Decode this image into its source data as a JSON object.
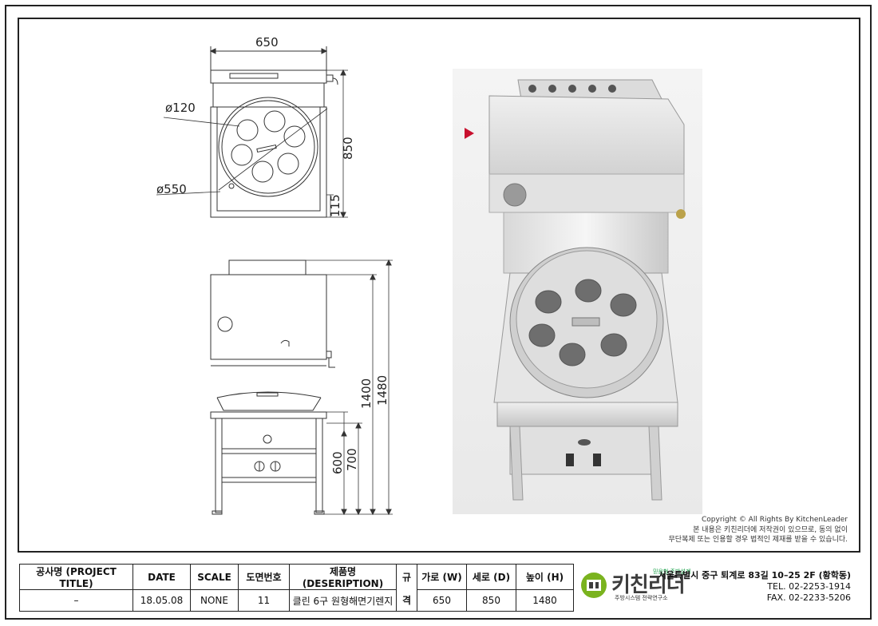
{
  "drawing": {
    "top_view": {
      "width_dim": "650",
      "depth_dim": "850",
      "hole_dia": "ø120",
      "plate_dia": "ø550",
      "edge_dim": "115"
    },
    "front_view": {
      "dims": [
        "1480",
        "1400",
        "700",
        "600"
      ]
    }
  },
  "copyright": {
    "line1": "Copyright © All Rights By KitchenLeader",
    "line2": "본 내용은 키친리더에 저작권이 있으므로, 동의 없이",
    "line3": "무단복제 또는 인용할 경우 법적인 제재를 받을 수 있습니다."
  },
  "titleblock": {
    "headers": {
      "project": "공사명 (PROJECT TITLE)",
      "date": "DATE",
      "scale": "SCALE",
      "drawing_no": "도면번호",
      "product": "제품명 (DESERIPTION)",
      "spec_top": "규",
      "spec_bottom": "격",
      "width": "가로 (W)",
      "depth": "세로 (D)",
      "height": "높이 (H)"
    },
    "values": {
      "project": "–",
      "date": "18.05.08",
      "scale": "NONE",
      "drawing_no": "11",
      "product": "클린 6구 원형해면기렌지",
      "width": "650",
      "depth": "850",
      "height": "1480"
    }
  },
  "company": {
    "brand": "키친리더",
    "tagline": "믿음형 주방설계",
    "sub": "주방시스템 전략연구소",
    "address": "서울특별시 중구 퇴계로 83길 10–25 2F (황학동)",
    "tel": "TEL. 02-2253-1914",
    "fax": "FAX. 02-2233-5206",
    "logo_color": "#7ab31e"
  }
}
